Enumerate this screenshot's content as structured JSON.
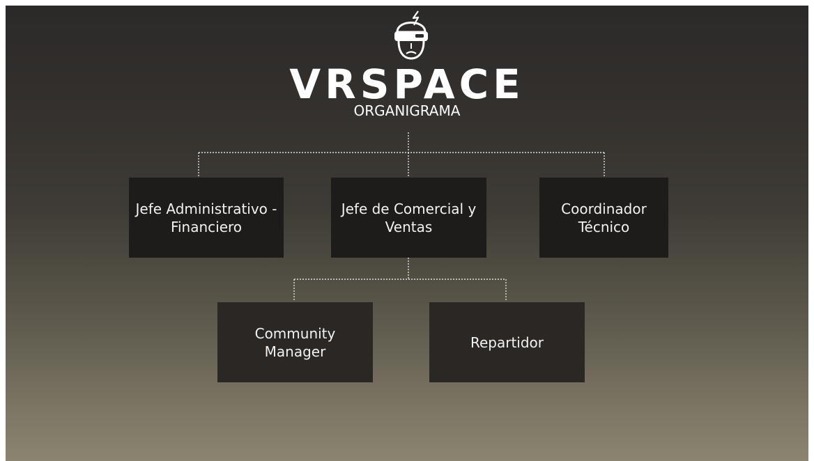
{
  "header": {
    "brand": "VRSPACE",
    "subtitle": "ORGANIGRAMA",
    "icon": "vr-headset-face-icon"
  },
  "org": {
    "level1": [
      {
        "label": "Jefe Administrativo - Financiero"
      },
      {
        "label": "Jefe de Comercial y Ventas"
      },
      {
        "label": "Coordinador Técnico"
      }
    ],
    "level2": [
      {
        "label": "Community Manager"
      },
      {
        "label": "Repartidor"
      }
    ]
  },
  "colors": {
    "background_top": "#2c2a29",
    "background_bottom": "#8b8470",
    "box": "#1e1c1a",
    "connector": "#e0e0e0"
  }
}
